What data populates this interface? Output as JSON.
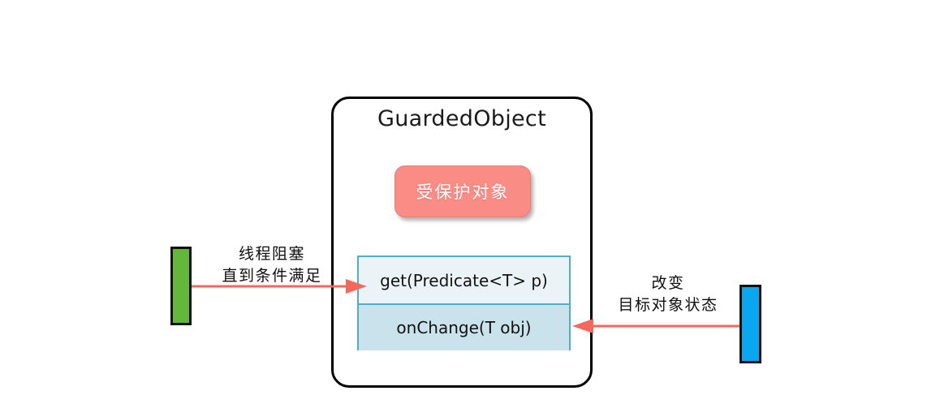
{
  "diagram": {
    "type": "uml-class-interaction",
    "background_color": "#ffffff",
    "container": {
      "title": "GuardedObject",
      "border_color": "#000000",
      "fill_color": "#ffffff"
    },
    "protected_object": {
      "label": "受保护对象",
      "fill_color": "#F98C85",
      "text_color": "#ffffff"
    },
    "methods": {
      "border_color": "#4FAFCB",
      "items": [
        {
          "signature": "get(Predicate<T> p)",
          "fill_color": "#ECF3F7"
        },
        {
          "signature": "onChange(T obj)",
          "fill_color": "#C9E2EB"
        }
      ]
    },
    "actors": [
      {
        "id": "blocked-thread",
        "side": "left",
        "color": "#63B739",
        "note_lines": [
          "线程阻塞",
          "直到条件满足"
        ]
      },
      {
        "id": "changing-thread",
        "side": "right",
        "color": "#09A7F0",
        "note_lines": [
          "改变",
          "目标对象状态"
        ]
      }
    ],
    "arrows": [
      {
        "id": "call-get",
        "from": "blocked-thread",
        "to": "get(Predicate<T> p)",
        "direction": "right",
        "color": "#F4695C"
      },
      {
        "id": "call-onchange",
        "from": "changing-thread",
        "to": "onChange(T obj)",
        "direction": "left",
        "color": "#F4695C"
      }
    ]
  }
}
